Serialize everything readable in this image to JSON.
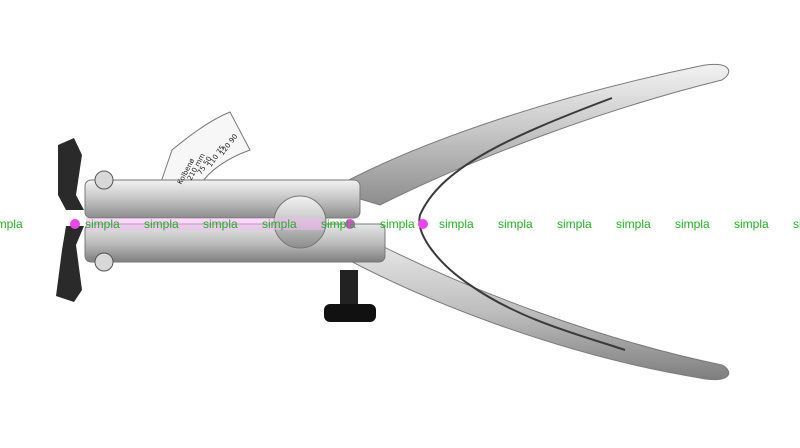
{
  "photo": {
    "subject": "piston ring pliers",
    "scale_plate": {
      "line1": "Kolbenø",
      "line2": "210 mm",
      "line3": "75  50",
      "line4": "110  75",
      "line5": "120  90"
    }
  },
  "watermark": {
    "word": "simpla",
    "color": "#22b022"
  }
}
